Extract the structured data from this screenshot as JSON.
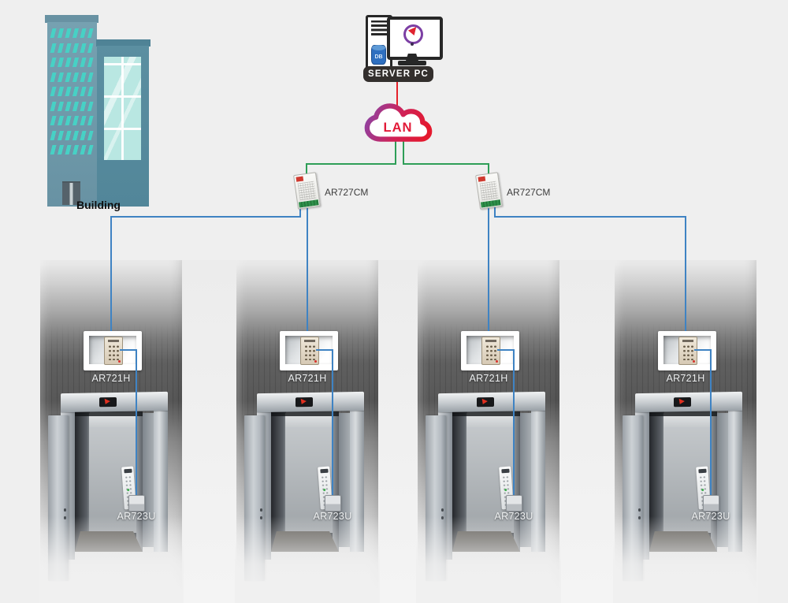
{
  "building": {
    "label": "Building"
  },
  "server_pc": {
    "label": "SERVER PC",
    "db_badge": "DB"
  },
  "network": {
    "lan_label": "LAN"
  },
  "converters": [
    {
      "model": "AR727CM"
    },
    {
      "model": "AR727CM"
    }
  ],
  "elevators": [
    {
      "reader_model": "AR721H",
      "unit_model": "AR723U"
    },
    {
      "reader_model": "AR721H",
      "unit_model": "AR723U"
    },
    {
      "reader_model": "AR721H",
      "unit_model": "AR723U"
    },
    {
      "reader_model": "AR721H",
      "unit_model": "AR723U"
    }
  ],
  "colors": {
    "wire_lan": "#e5212b",
    "wire_ethernet": "#2e9e57",
    "wire_reader": "#3f83c3",
    "lan_text": "#e21a38",
    "cloud_gradient_start": "#933f9d",
    "cloud_gradient_end": "#e4192e",
    "building_teal": "#47d1c5",
    "label_dark": "#3c3c3c",
    "label_light": "#eef0f1"
  }
}
